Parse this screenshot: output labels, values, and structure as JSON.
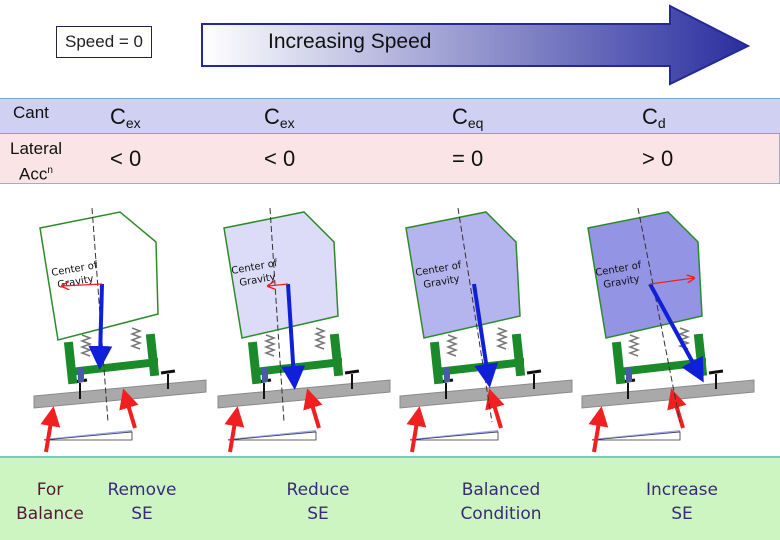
{
  "header": {
    "speed_zero": "Speed = 0",
    "increasing_speed": "Increasing Speed",
    "arrow_gradient_start": "#ffffff",
    "arrow_gradient_end": "#2a2e9e"
  },
  "rows": {
    "cant_label": "Cant",
    "lateral_label_line1": "Lateral",
    "lateral_label_line2": "Acc",
    "lateral_label_sup": "n"
  },
  "columns": [
    {
      "cant_main": "C",
      "cant_sub": "ex",
      "lateral": "< 0",
      "result_line1": "Remove",
      "result_line2": "SE",
      "body_color": "#ffffff"
    },
    {
      "cant_main": "C",
      "cant_sub": "ex",
      "lateral": "< 0",
      "result_line1": "Reduce",
      "result_line2": "SE",
      "body_color": "#dcdcf8"
    },
    {
      "cant_main": "C",
      "cant_sub": "eq",
      "lateral": "= 0",
      "result_line1": "Balanced",
      "result_line2": "Condition",
      "body_color": "#b4b4ee"
    },
    {
      "cant_main": "C",
      "cant_sub": "d",
      "lateral": "> 0",
      "result_line1": "Increase",
      "result_line2": "SE",
      "body_color": "#9494e4"
    }
  ],
  "diagram": {
    "center_of_gravity_line1": "Center of",
    "center_of_gravity_line2": "Gravity"
  },
  "bottom": {
    "for_balance_line1": "For",
    "for_balance_line2": "Balance"
  },
  "colors": {
    "cant_band": "#d0d0f2",
    "lateral_band": "#fbe4e6",
    "bottom_band": "#ccf5c2",
    "gravity_arrow": "#1020d8",
    "reaction_arrow": "#f02020",
    "bogie_green": "#1a8a2a"
  }
}
